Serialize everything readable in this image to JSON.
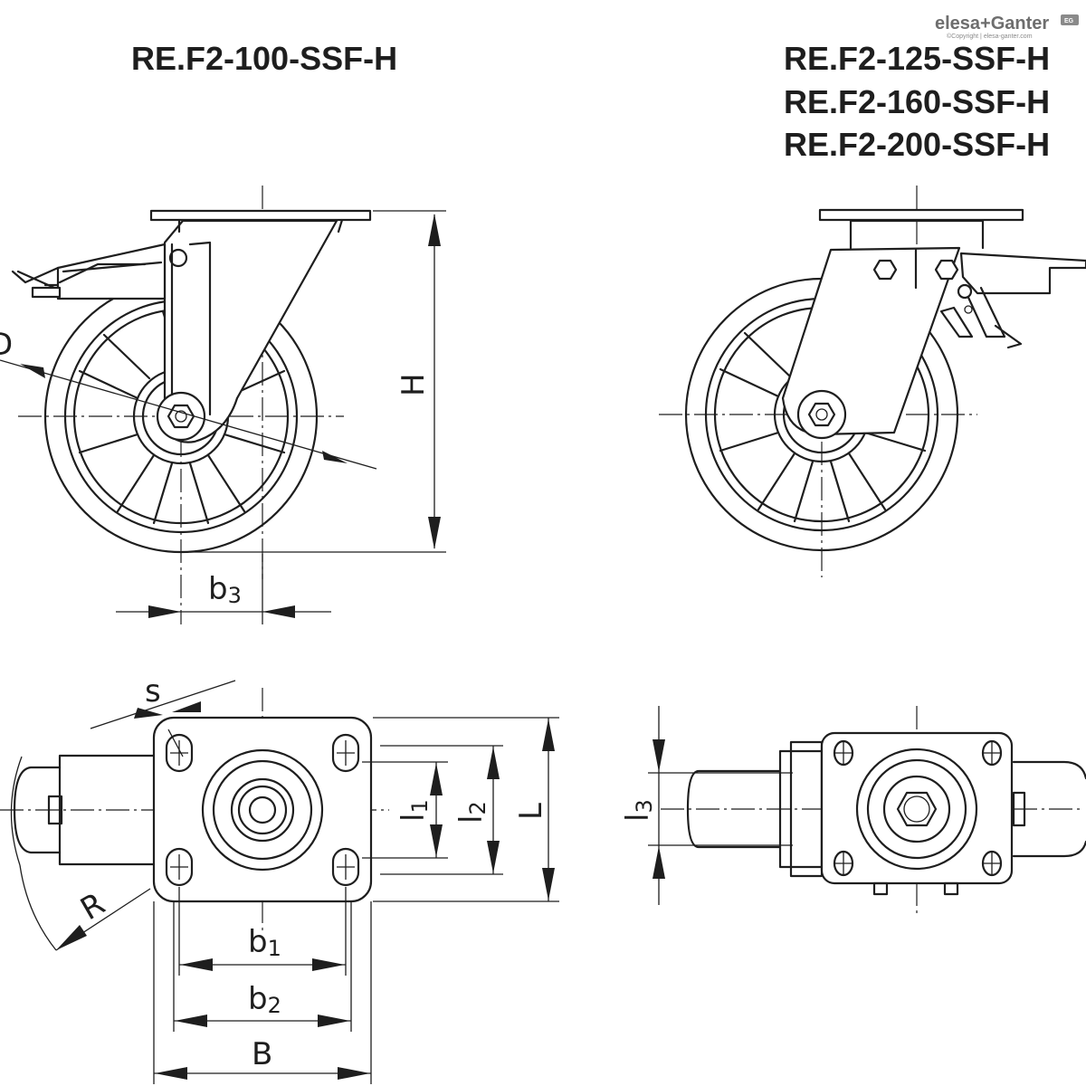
{
  "logo": {
    "brand": "elesa+Ganter",
    "copyright": "©Copyright | elesa-ganter.com",
    "badge": "EG"
  },
  "titles": {
    "left": "RE.F2-100-SSF-H",
    "right": [
      "RE.F2-125-SSF-H",
      "RE.F2-160-SSF-H",
      "RE.F2-200-SSF-H"
    ]
  },
  "dimensions": {
    "D": "D",
    "H": "H",
    "b3": {
      "main": "b",
      "sub": "3"
    },
    "s": "s",
    "R": "R",
    "l1": {
      "main": "l",
      "sub": "1"
    },
    "l2": {
      "main": "l",
      "sub": "2"
    },
    "L": "L",
    "l3": {
      "main": "l",
      "sub": "3"
    },
    "b1": {
      "main": "b",
      "sub": "1"
    },
    "b2": {
      "main": "b",
      "sub": "2"
    },
    "B": "B"
  }
}
